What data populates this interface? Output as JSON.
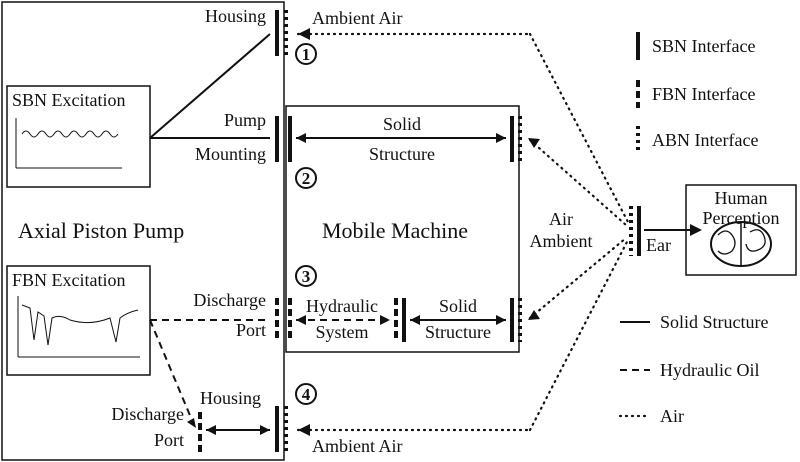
{
  "labels": {
    "housing_top": "Housing",
    "ambient_air_top": "Ambient Air",
    "num_1": "1",
    "num_2": "2",
    "num_3": "3",
    "num_4": "4",
    "sbn_excitation": "SBN Excitation",
    "fbn_excitation": "FBN Excitation",
    "pump": "Pump",
    "mounting": "Mounting",
    "solid_top": "Solid",
    "structure_top": "Structure",
    "axial_piston_pump": "Axial Piston Pump",
    "mobile_machine": "Mobile Machine",
    "air": "Air",
    "ambient": "Ambient",
    "ear": "Ear",
    "human": "Human",
    "perception": "Perception",
    "discharge_mid": "Discharge",
    "port_mid": "Port",
    "hydraulic": "Hydraulic",
    "system": "System",
    "solid_bottom": "Solid",
    "structure_bottom": "Structure",
    "housing_bottom": "Housing",
    "discharge_bottom": "Discharge",
    "port_bottom": "Port",
    "ambient_air_bottom": "Ambient Air"
  },
  "legend": {
    "sbn_interface": "SBN Interface",
    "fbn_interface": "FBN Interface",
    "abn_interface": "ABN Interface",
    "solid_structure": "Solid Structure",
    "hydraulic_oil": "Hydraulic Oil",
    "air": "Air"
  }
}
